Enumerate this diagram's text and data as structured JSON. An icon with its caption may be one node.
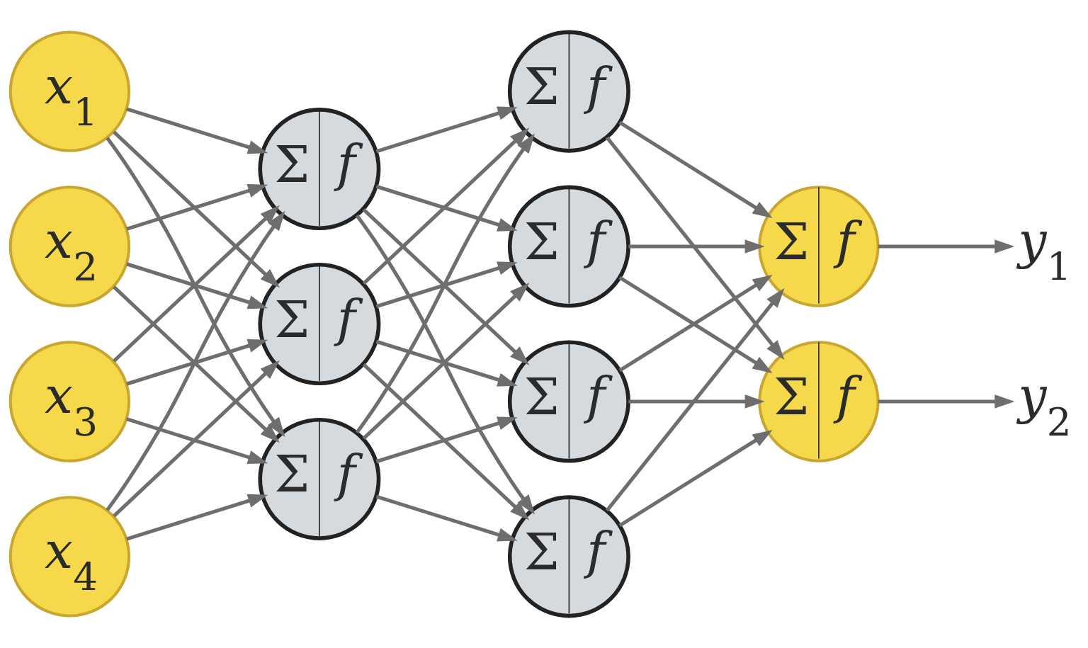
{
  "diagram": {
    "nodes": [
      {
        "text": [
          "*x*$_{1}$"
        ]
      },
      {
        "text": [
          "*x*$_{2}$"
        ]
      },
      {
        "text": [
          "*x*$_{3}$"
        ]
      },
      {
        "text": [
          "*x*$_{4}$"
        ]
      },
      {
        "text": [
          "Σ",
          "f"
        ]
      },
      {
        "text": [
          "Σ",
          "f"
        ]
      },
      {
        "text": [
          "Σ",
          "f"
        ]
      },
      {
        "text": [
          "Σ",
          "f"
        ]
      },
      {
        "text": [
          "Σ",
          "f"
        ]
      },
      {
        "text": [
          "Σ",
          "f"
        ]
      },
      {
        "text": [
          "Σ",
          "f"
        ]
      },
      {
        "text": [
          "Σ",
          "f"
        ]
      },
      {
        "text": [
          "Σ",
          "f"
        ]
      },
      {
        "text": [
          "*y*$_{1}$"
        ]
      },
      {
        "text": [
          "*y*$_{2}$"
        ]
      }
    ],
    "edges": [
      {
        "from": 0,
        "to": 4,
        "arrow": "to"
      },
      {
        "from": 0,
        "to": 5,
        "arrow": "to"
      },
      {
        "from": 0,
        "to": 6,
        "arrow": "to"
      },
      {
        "from": 1,
        "to": 4,
        "arrow": "to"
      },
      {
        "from": 1,
        "to": 5,
        "arrow": "to"
      },
      {
        "from": 1,
        "to": 6,
        "arrow": "to"
      },
      {
        "from": 2,
        "to": 4,
        "arrow": "to"
      },
      {
        "from": 2,
        "to": 5,
        "arrow": "to"
      },
      {
        "from": 2,
        "to": 6,
        "arrow": "to"
      },
      {
        "from": 3,
        "to": 4,
        "arrow": "to"
      },
      {
        "from": 3,
        "to": 5,
        "arrow": "to"
      },
      {
        "from": 3,
        "to": 6,
        "arrow": "to"
      },
      {
        "from": 4,
        "to": 7,
        "arrow": "to"
      },
      {
        "from": 4,
        "to": 8,
        "arrow": "to"
      },
      {
        "from": 4,
        "to": 9,
        "arrow": "to"
      },
      {
        "from": 4,
        "to": 10,
        "arrow": "to"
      },
      {
        "from": 5,
        "to": 7,
        "arrow": "to"
      },
      {
        "from": 5,
        "to": 8,
        "arrow": "to"
      },
      {
        "from": 5,
        "to": 9,
        "arrow": "to"
      },
      {
        "from": 5,
        "to": 10,
        "arrow": "to"
      },
      {
        "from": 6,
        "to": 7,
        "arrow": "to"
      },
      {
        "from": 6,
        "to": 8,
        "arrow": "to"
      },
      {
        "from": 6,
        "to": 9,
        "arrow": "to"
      },
      {
        "from": 6,
        "to": 10,
        "arrow": "to"
      },
      {
        "from": 7,
        "to": 11,
        "arrow": "to"
      },
      {
        "from": 7,
        "to": 12,
        "arrow": "to"
      },
      {
        "from": 8,
        "to": 11,
        "arrow": "to"
      },
      {
        "from": 8,
        "to": 12,
        "arrow": "to"
      },
      {
        "from": 9,
        "to": 11,
        "arrow": "to"
      },
      {
        "from": 9,
        "to": 12,
        "arrow": "to"
      },
      {
        "from": 10,
        "to": 11,
        "arrow": "to"
      },
      {
        "from": 10,
        "to": 12,
        "arrow": "to"
      },
      {
        "from": 11,
        "to": 13,
        "arrow": "to"
      },
      {
        "from": 12,
        "to": 14,
        "arrow": "to"
      }
    ]
  }
}
